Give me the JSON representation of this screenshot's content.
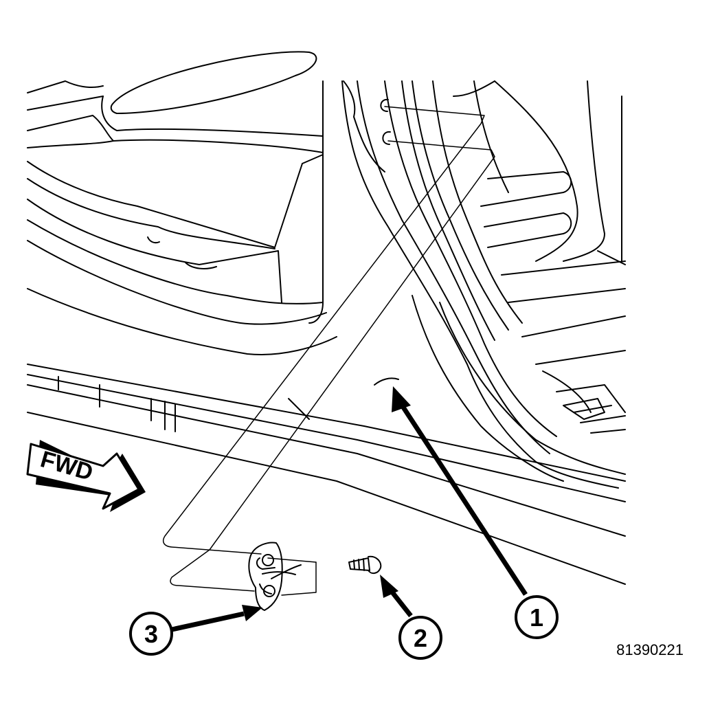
{
  "direction_label": "FWD",
  "callouts": [
    {
      "label": "1"
    },
    {
      "label": "2"
    },
    {
      "label": "3"
    }
  ],
  "figure_id": "81390221",
  "colors": {
    "line": "#000000",
    "background": "#ffffff"
  }
}
